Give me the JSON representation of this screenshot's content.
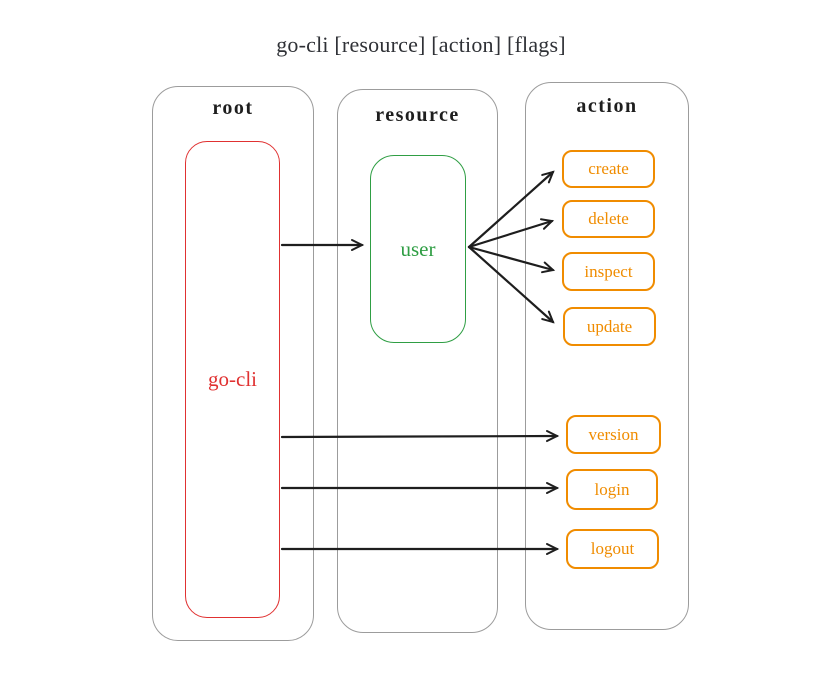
{
  "title": "go-cli [resource] [action] [flags]",
  "columns": {
    "root": {
      "header": "root",
      "node": "go-cli"
    },
    "resource": {
      "header": "resource",
      "node": "user"
    },
    "action": {
      "header": "action",
      "group1": [
        "create",
        "delete",
        "inspect",
        "update"
      ],
      "group2": [
        "version",
        "login",
        "logout"
      ]
    }
  },
  "edges": [
    {
      "from": "go-cli",
      "to": "user"
    },
    {
      "from": "user",
      "to": "create"
    },
    {
      "from": "user",
      "to": "delete"
    },
    {
      "from": "user",
      "to": "inspect"
    },
    {
      "from": "user",
      "to": "update"
    },
    {
      "from": "go-cli",
      "to": "version"
    },
    {
      "from": "go-cli",
      "to": "login"
    },
    {
      "from": "go-cli",
      "to": "logout"
    }
  ],
  "colors": {
    "root_node": "#e03131",
    "resource_node": "#2f9e44",
    "action_node": "#f08c00",
    "container_border": "#9c9c9c",
    "arrow": "#1e1e1e",
    "title_text": "#2f3136"
  }
}
